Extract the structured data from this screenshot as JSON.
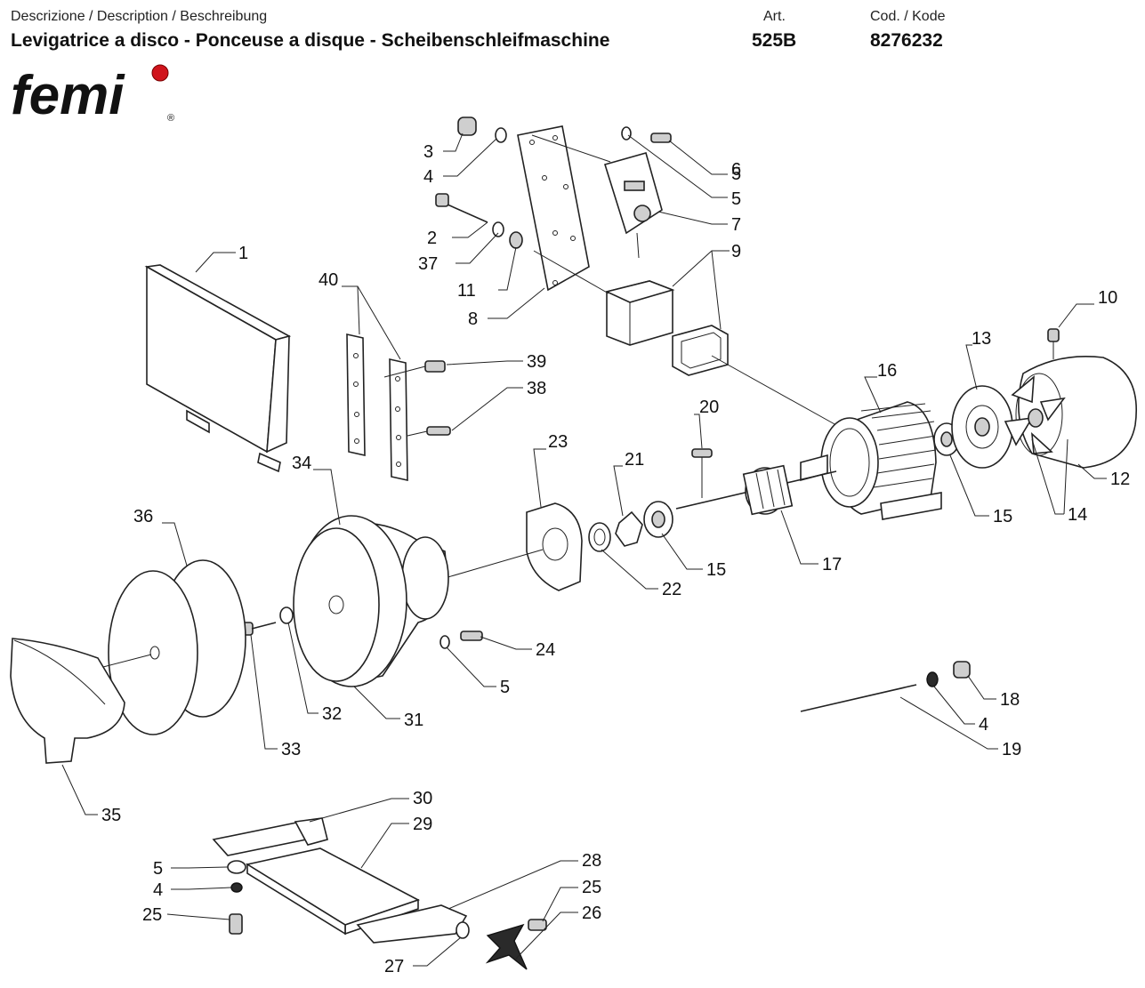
{
  "header": {
    "description_label": "Descrizione / Description / Beschreibung",
    "description_value": "Levigatrice a disco - Ponceuse a disque - Scheibenschleifmaschine",
    "article_label": "Art.",
    "article_value": "525B",
    "code_label": "Cod. / Kode",
    "code_value": "8276232"
  },
  "logo": {
    "text": "femi",
    "trademark": "®",
    "dot_color": "#d0141c"
  },
  "callouts": [
    "1",
    "2",
    "3",
    "4",
    "5",
    "6",
    "5",
    "7",
    "9",
    "37",
    "11",
    "8",
    "10",
    "13",
    "16",
    "39",
    "40",
    "38",
    "20",
    "23",
    "21",
    "34",
    "36",
    "15",
    "22",
    "15",
    "17",
    "12",
    "14",
    "24",
    "32",
    "31",
    "5",
    "33",
    "18",
    "4",
    "19",
    "35",
    "30",
    "29",
    "28",
    "5",
    "4",
    "25",
    "25",
    "26",
    "27"
  ]
}
